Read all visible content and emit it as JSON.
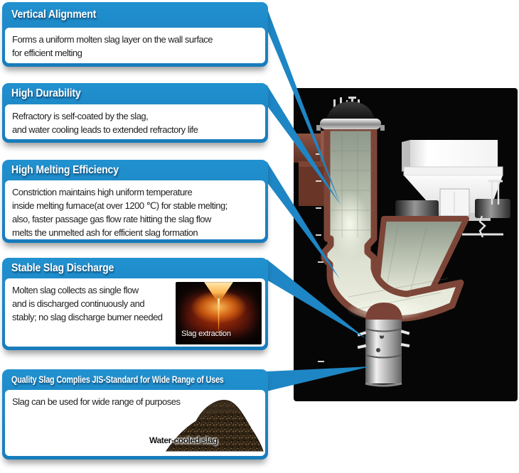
{
  "colors": {
    "accent_blue": "#1e86c4",
    "panel_background": "#060606",
    "furnace_outline_brown": "#7c4537",
    "furnace_interior": "#c9d0bf"
  },
  "callouts": [
    {
      "title": "Vertical Alignment",
      "lines": [
        "Forms a uniform molten slag layer on the wall surface",
        "for efficient melting"
      ]
    },
    {
      "title": "High Durability",
      "lines": [
        "Refractory is self-coated by the slag,",
        "and water cooling leads to extended refractory life"
      ]
    },
    {
      "title": "High Melting Efficiency",
      "lines": [
        "Constriction maintains high uniform temperature",
        "inside melting furnace(at over 1200 ℃) for stable melting;",
        "also, faster passage gas flow rate hitting the slag flow",
        "melts the unmelted ash for efficient slag formation"
      ]
    },
    {
      "title": "Stable Slag Discharge",
      "lines": [
        "Molten slag collects as single flow",
        "and is discharged continuously and",
        "stably; no slag discharge bumer needed"
      ],
      "image_caption": "Slag extraction"
    },
    {
      "title": "Quality Slag Complies JIS-Standard for Wide Range of Uses",
      "lines": [
        "Slag can be used for wide range of purposes"
      ],
      "image_caption": "Water-cooled slag"
    }
  ]
}
